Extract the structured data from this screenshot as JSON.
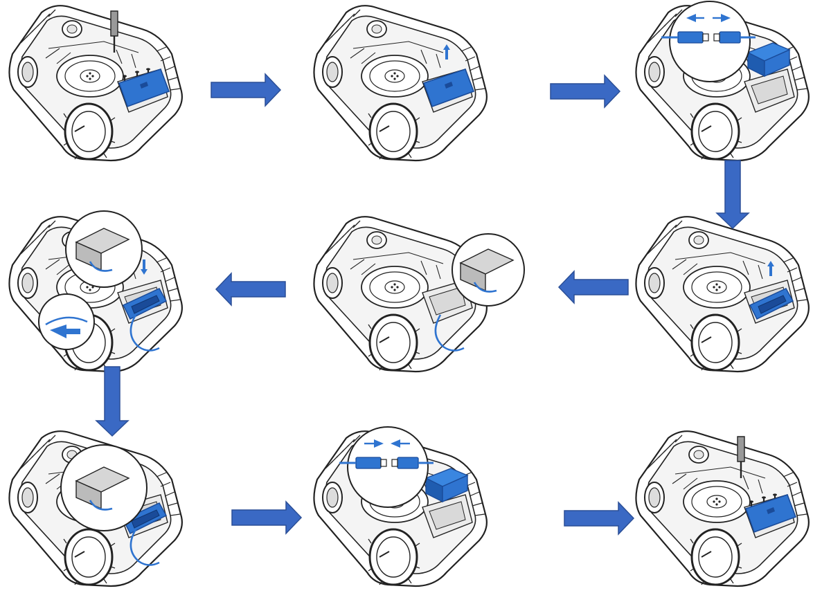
{
  "diagram": {
    "steps": [
      {
        "id": "step-1",
        "row": 1,
        "col": 1,
        "highlights": [
          "screws",
          "cover-plate"
        ],
        "tool": "screwdriver",
        "zoom": false
      },
      {
        "id": "step-2",
        "row": 1,
        "col": 2,
        "highlights": [
          "cover-plate"
        ],
        "motion": "lift-up",
        "zoom": false
      },
      {
        "id": "step-3",
        "row": 1,
        "col": 3,
        "highlights": [
          "battery-box",
          "connector"
        ],
        "motion": "unplug-connector",
        "zoom": true
      },
      {
        "id": "step-4",
        "row": 2,
        "col": 3,
        "highlights": [
          "battery-tray"
        ],
        "motion": "lift-up",
        "zoom": false
      },
      {
        "id": "step-5",
        "row": 2,
        "col": 2,
        "highlights": [
          "cable"
        ],
        "motion": "route-cable-down",
        "zoom": true
      },
      {
        "id": "step-6",
        "row": 2,
        "col": 1,
        "highlights": [
          "battery-tray",
          "cable"
        ],
        "motion": "insert-and-route",
        "zoom": true
      },
      {
        "id": "step-7",
        "row": 3,
        "col": 1,
        "highlights": [
          "battery-tray",
          "cable"
        ],
        "motion": "press-down",
        "zoom": true
      },
      {
        "id": "step-8",
        "row": 3,
        "col": 2,
        "highlights": [
          "battery-box",
          "connector"
        ],
        "motion": "plug-connector",
        "zoom": true
      },
      {
        "id": "step-9",
        "row": 3,
        "col": 3,
        "highlights": [
          "screws",
          "cover-plate"
        ],
        "tool": "screwdriver",
        "zoom": false
      }
    ],
    "flow_arrows": [
      {
        "from": "step-1",
        "to": "step-2",
        "direction": "right"
      },
      {
        "from": "step-2",
        "to": "step-3",
        "direction": "right"
      },
      {
        "from": "step-3",
        "to": "step-4",
        "direction": "down"
      },
      {
        "from": "step-4",
        "to": "step-5",
        "direction": "left"
      },
      {
        "from": "step-5",
        "to": "step-6",
        "direction": "left"
      },
      {
        "from": "step-6",
        "to": "step-7",
        "direction": "down"
      },
      {
        "from": "step-7",
        "to": "step-8",
        "direction": "right"
      },
      {
        "from": "step-8",
        "to": "step-9",
        "direction": "right"
      }
    ],
    "colors": {
      "arrow_fill": "#3a69c4",
      "arrow_stroke": "#2b4f97",
      "highlight": "#2f74d0",
      "highlight_dark": "#1a4b99",
      "line": "#222222",
      "body_fill": "#ffffff",
      "shade": "#d6d6d6"
    }
  }
}
